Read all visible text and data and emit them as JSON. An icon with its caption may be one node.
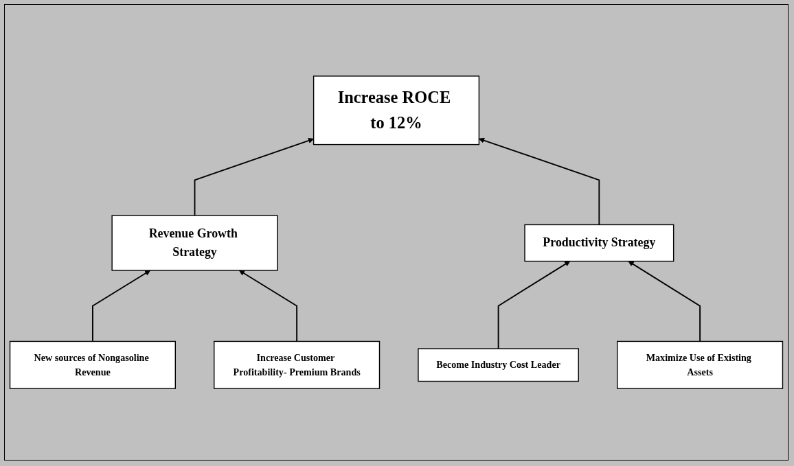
{
  "diagram": {
    "nodes": [
      {
        "text": [
          "Increase ROCE to 12%"
        ]
      },
      {
        "text": [
          "Revenue Growth Strategy"
        ]
      },
      {
        "text": [
          "Productivity Strategy"
        ]
      },
      {
        "text": [
          "New sources of Nongasoline Revenue"
        ]
      },
      {
        "text": [
          "Increase Customer Profitability- Premium Brands"
        ]
      },
      {
        "text": [
          "Become Industry Cost Leader"
        ]
      },
      {
        "text": [
          "Maximize Use of Existing Assets"
        ]
      }
    ],
    "edges": [
      {
        "from": 1,
        "to": 0,
        "arrow": "to"
      },
      {
        "from": 2,
        "to": 0,
        "arrow": "to"
      },
      {
        "from": 3,
        "to": 1,
        "arrow": "to"
      },
      {
        "from": 4,
        "to": 1,
        "arrow": "to"
      },
      {
        "from": 5,
        "to": 2,
        "arrow": "to"
      },
      {
        "from": 6,
        "to": 2,
        "arrow": "to"
      }
    ]
  }
}
